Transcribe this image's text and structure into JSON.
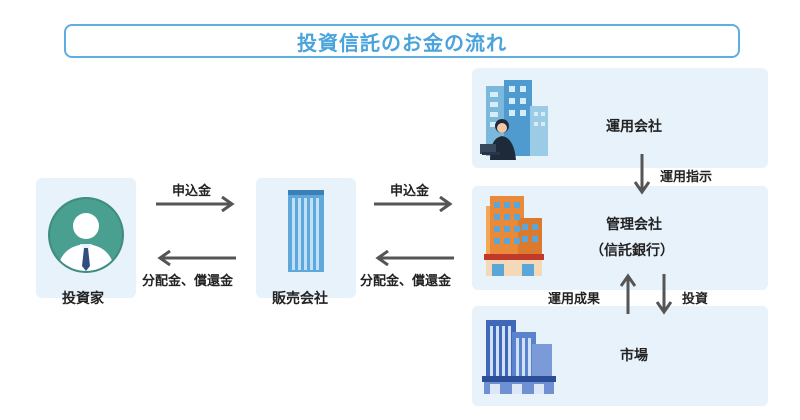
{
  "title": "投資信託のお金の流れ",
  "nodes": {
    "investor": "投資家",
    "distributor": "販売会社",
    "management": "運用会社",
    "trustee_line1": "管理会社",
    "trustee_line2": "（信託銀行）",
    "market": "市場"
  },
  "flows": {
    "apply_1": "申込金",
    "apply_2": "申込金",
    "return_1": "分配金、償還金",
    "return_2": "分配金、償還金",
    "instruction": "運用指示",
    "result": "運用成果",
    "investment": "投資"
  },
  "colors": {
    "accent": "#4aa3dc",
    "panel": "#e8f2fb",
    "arrow": "#555555"
  }
}
